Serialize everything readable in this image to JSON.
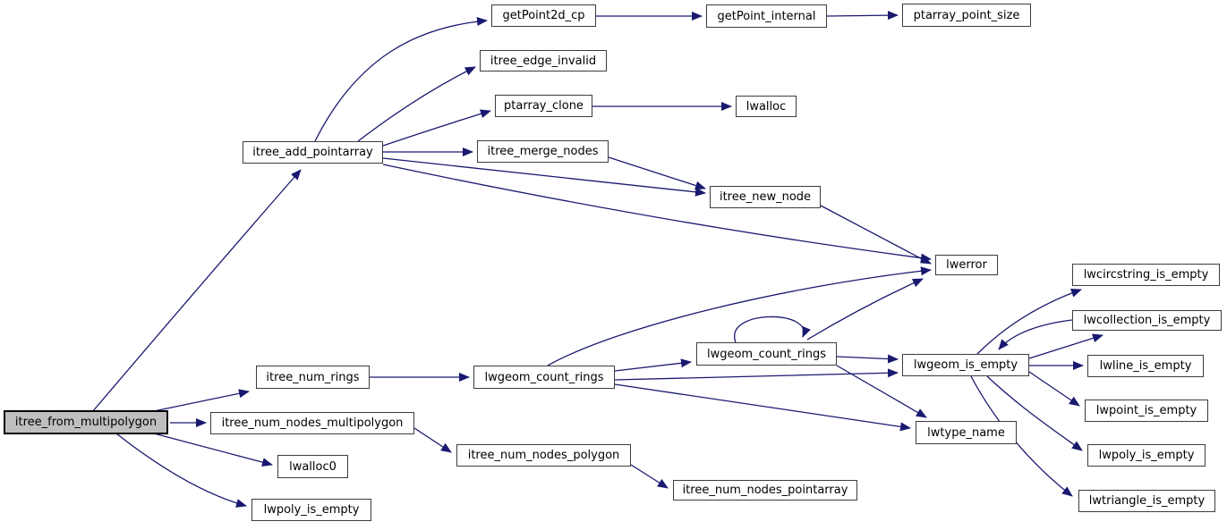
{
  "diagram": {
    "type": "call-graph",
    "edge_color": "#191970",
    "node_border_color": "#3c3c3c",
    "main_node_fill": "#bfbfbf",
    "node_fill": "#ffffff"
  },
  "nodes": [
    {
      "id": "getPoint2d_cp",
      "label": "getPoint2d_cp"
    },
    {
      "id": "getPoint_internal",
      "label": "getPoint_internal"
    },
    {
      "id": "ptarray_point_size",
      "label": "ptarray_point_size"
    },
    {
      "id": "itree_edge_invalid",
      "label": "itree_edge_invalid"
    },
    {
      "id": "ptarray_clone",
      "label": "ptarray_clone"
    },
    {
      "id": "lwalloc",
      "label": "lwalloc"
    },
    {
      "id": "itree_add_pointarray",
      "label": "itree_add_pointarray"
    },
    {
      "id": "itree_merge_nodes",
      "label": "itree_merge_nodes"
    },
    {
      "id": "itree_new_node",
      "label": "itree_new_node"
    },
    {
      "id": "lwerror",
      "label": "lwerror"
    },
    {
      "id": "lwcircstring_is_empty",
      "label": "lwcircstring_is_empty"
    },
    {
      "id": "lwcollection_is_empty",
      "label": "lwcollection_is_empty"
    },
    {
      "id": "lwgeom_count_rings_rec",
      "label": "lwgeom_count_rings"
    },
    {
      "id": "lwgeom_count_rings",
      "label": "lwgeom_count_rings"
    },
    {
      "id": "itree_num_rings",
      "label": "itree_num_rings"
    },
    {
      "id": "lwgeom_is_empty",
      "label": "lwgeom_is_empty"
    },
    {
      "id": "lwline_is_empty",
      "label": "lwline_is_empty"
    },
    {
      "id": "lwpoint_is_empty",
      "label": "lwpoint_is_empty"
    },
    {
      "id": "itree_from_multipolygon",
      "label": "itree_from_multipolygon"
    },
    {
      "id": "itree_num_nodes_multipolygon",
      "label": "itree_num_nodes_multipolygon"
    },
    {
      "id": "lwtype_name",
      "label": "lwtype_name"
    },
    {
      "id": "itree_num_nodes_polygon",
      "label": "itree_num_nodes_polygon"
    },
    {
      "id": "lwpoly_is_empty_right",
      "label": "lwpoly_is_empty"
    },
    {
      "id": "lwalloc0",
      "label": "lwalloc0"
    },
    {
      "id": "itree_num_nodes_pointarray",
      "label": "itree_num_nodes_pointarray"
    },
    {
      "id": "lwpoly_is_empty_left",
      "label": "lwpoly_is_empty"
    },
    {
      "id": "lwtriangle_is_empty",
      "label": "lwtriangle_is_empty"
    }
  ],
  "edges": [
    {
      "from": "itree_from_multipolygon",
      "to": "itree_add_pointarray"
    },
    {
      "from": "itree_from_multipolygon",
      "to": "itree_num_rings"
    },
    {
      "from": "itree_from_multipolygon",
      "to": "itree_num_nodes_multipolygon"
    },
    {
      "from": "itree_from_multipolygon",
      "to": "lwalloc0"
    },
    {
      "from": "itree_from_multipolygon",
      "to": "lwpoly_is_empty_left"
    },
    {
      "from": "itree_add_pointarray",
      "to": "getPoint2d_cp"
    },
    {
      "from": "itree_add_pointarray",
      "to": "itree_edge_invalid"
    },
    {
      "from": "itree_add_pointarray",
      "to": "ptarray_clone"
    },
    {
      "from": "itree_add_pointarray",
      "to": "itree_merge_nodes"
    },
    {
      "from": "itree_add_pointarray",
      "to": "itree_new_node"
    },
    {
      "from": "itree_add_pointarray",
      "to": "lwerror"
    },
    {
      "from": "getPoint2d_cp",
      "to": "getPoint_internal"
    },
    {
      "from": "getPoint_internal",
      "to": "ptarray_point_size"
    },
    {
      "from": "ptarray_clone",
      "to": "lwalloc"
    },
    {
      "from": "itree_merge_nodes",
      "to": "itree_new_node"
    },
    {
      "from": "itree_new_node",
      "to": "lwerror"
    },
    {
      "from": "itree_num_rings",
      "to": "lwgeom_count_rings"
    },
    {
      "from": "lwgeom_count_rings",
      "to": "lwgeom_count_rings_rec"
    },
    {
      "from": "lwgeom_count_rings",
      "to": "lwerror"
    },
    {
      "from": "lwgeom_count_rings",
      "to": "lwgeom_is_empty"
    },
    {
      "from": "lwgeom_count_rings",
      "to": "lwtype_name"
    },
    {
      "from": "lwgeom_count_rings_rec",
      "to": "lwgeom_count_rings_rec"
    },
    {
      "from": "lwgeom_count_rings_rec",
      "to": "lwerror"
    },
    {
      "from": "lwgeom_count_rings_rec",
      "to": "lwgeom_is_empty"
    },
    {
      "from": "lwgeom_count_rings_rec",
      "to": "lwtype_name"
    },
    {
      "from": "lwgeom_is_empty",
      "to": "lwcircstring_is_empty"
    },
    {
      "from": "lwgeom_is_empty",
      "to": "lwcollection_is_empty"
    },
    {
      "from": "lwcollection_is_empty",
      "to": "lwgeom_is_empty"
    },
    {
      "from": "lwgeom_is_empty",
      "to": "lwline_is_empty"
    },
    {
      "from": "lwgeom_is_empty",
      "to": "lwpoint_is_empty"
    },
    {
      "from": "lwgeom_is_empty",
      "to": "lwpoly_is_empty_right"
    },
    {
      "from": "lwgeom_is_empty",
      "to": "lwtriangle_is_empty"
    },
    {
      "from": "itree_num_nodes_multipolygon",
      "to": "itree_num_nodes_polygon"
    },
    {
      "from": "itree_num_nodes_polygon",
      "to": "itree_num_nodes_pointarray"
    }
  ]
}
